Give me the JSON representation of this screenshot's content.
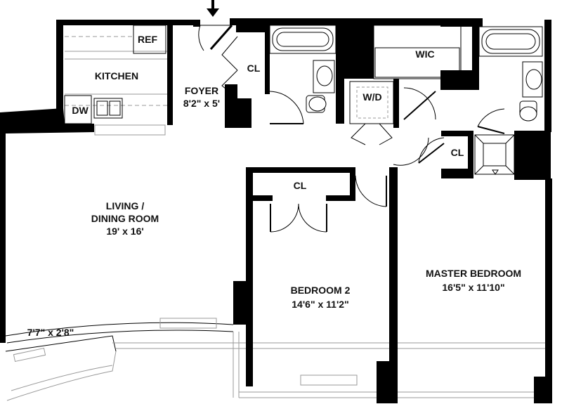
{
  "rooms": {
    "ref": "REF",
    "kitchen": "KITCHEN",
    "dw": "DW",
    "foyer": "FOYER",
    "foyer_dim": "8'2\" x 5'",
    "foyer_closet": "CL",
    "wic": "WIC",
    "wd": "W/D",
    "living_line1": "LIVING /",
    "living_line2": "DINING ROOM",
    "living_dim": "19' x 16'",
    "bedroom2_closet": "CL",
    "bedroom2": "BEDROOM 2",
    "bedroom2_dim": "14'6\" x 11'2\"",
    "master_closet": "CL",
    "master": "MASTER BEDROOM",
    "master_dim": "16'5\" x 11'10\"",
    "balcony_dim": "7'7\" x 2'8\""
  }
}
